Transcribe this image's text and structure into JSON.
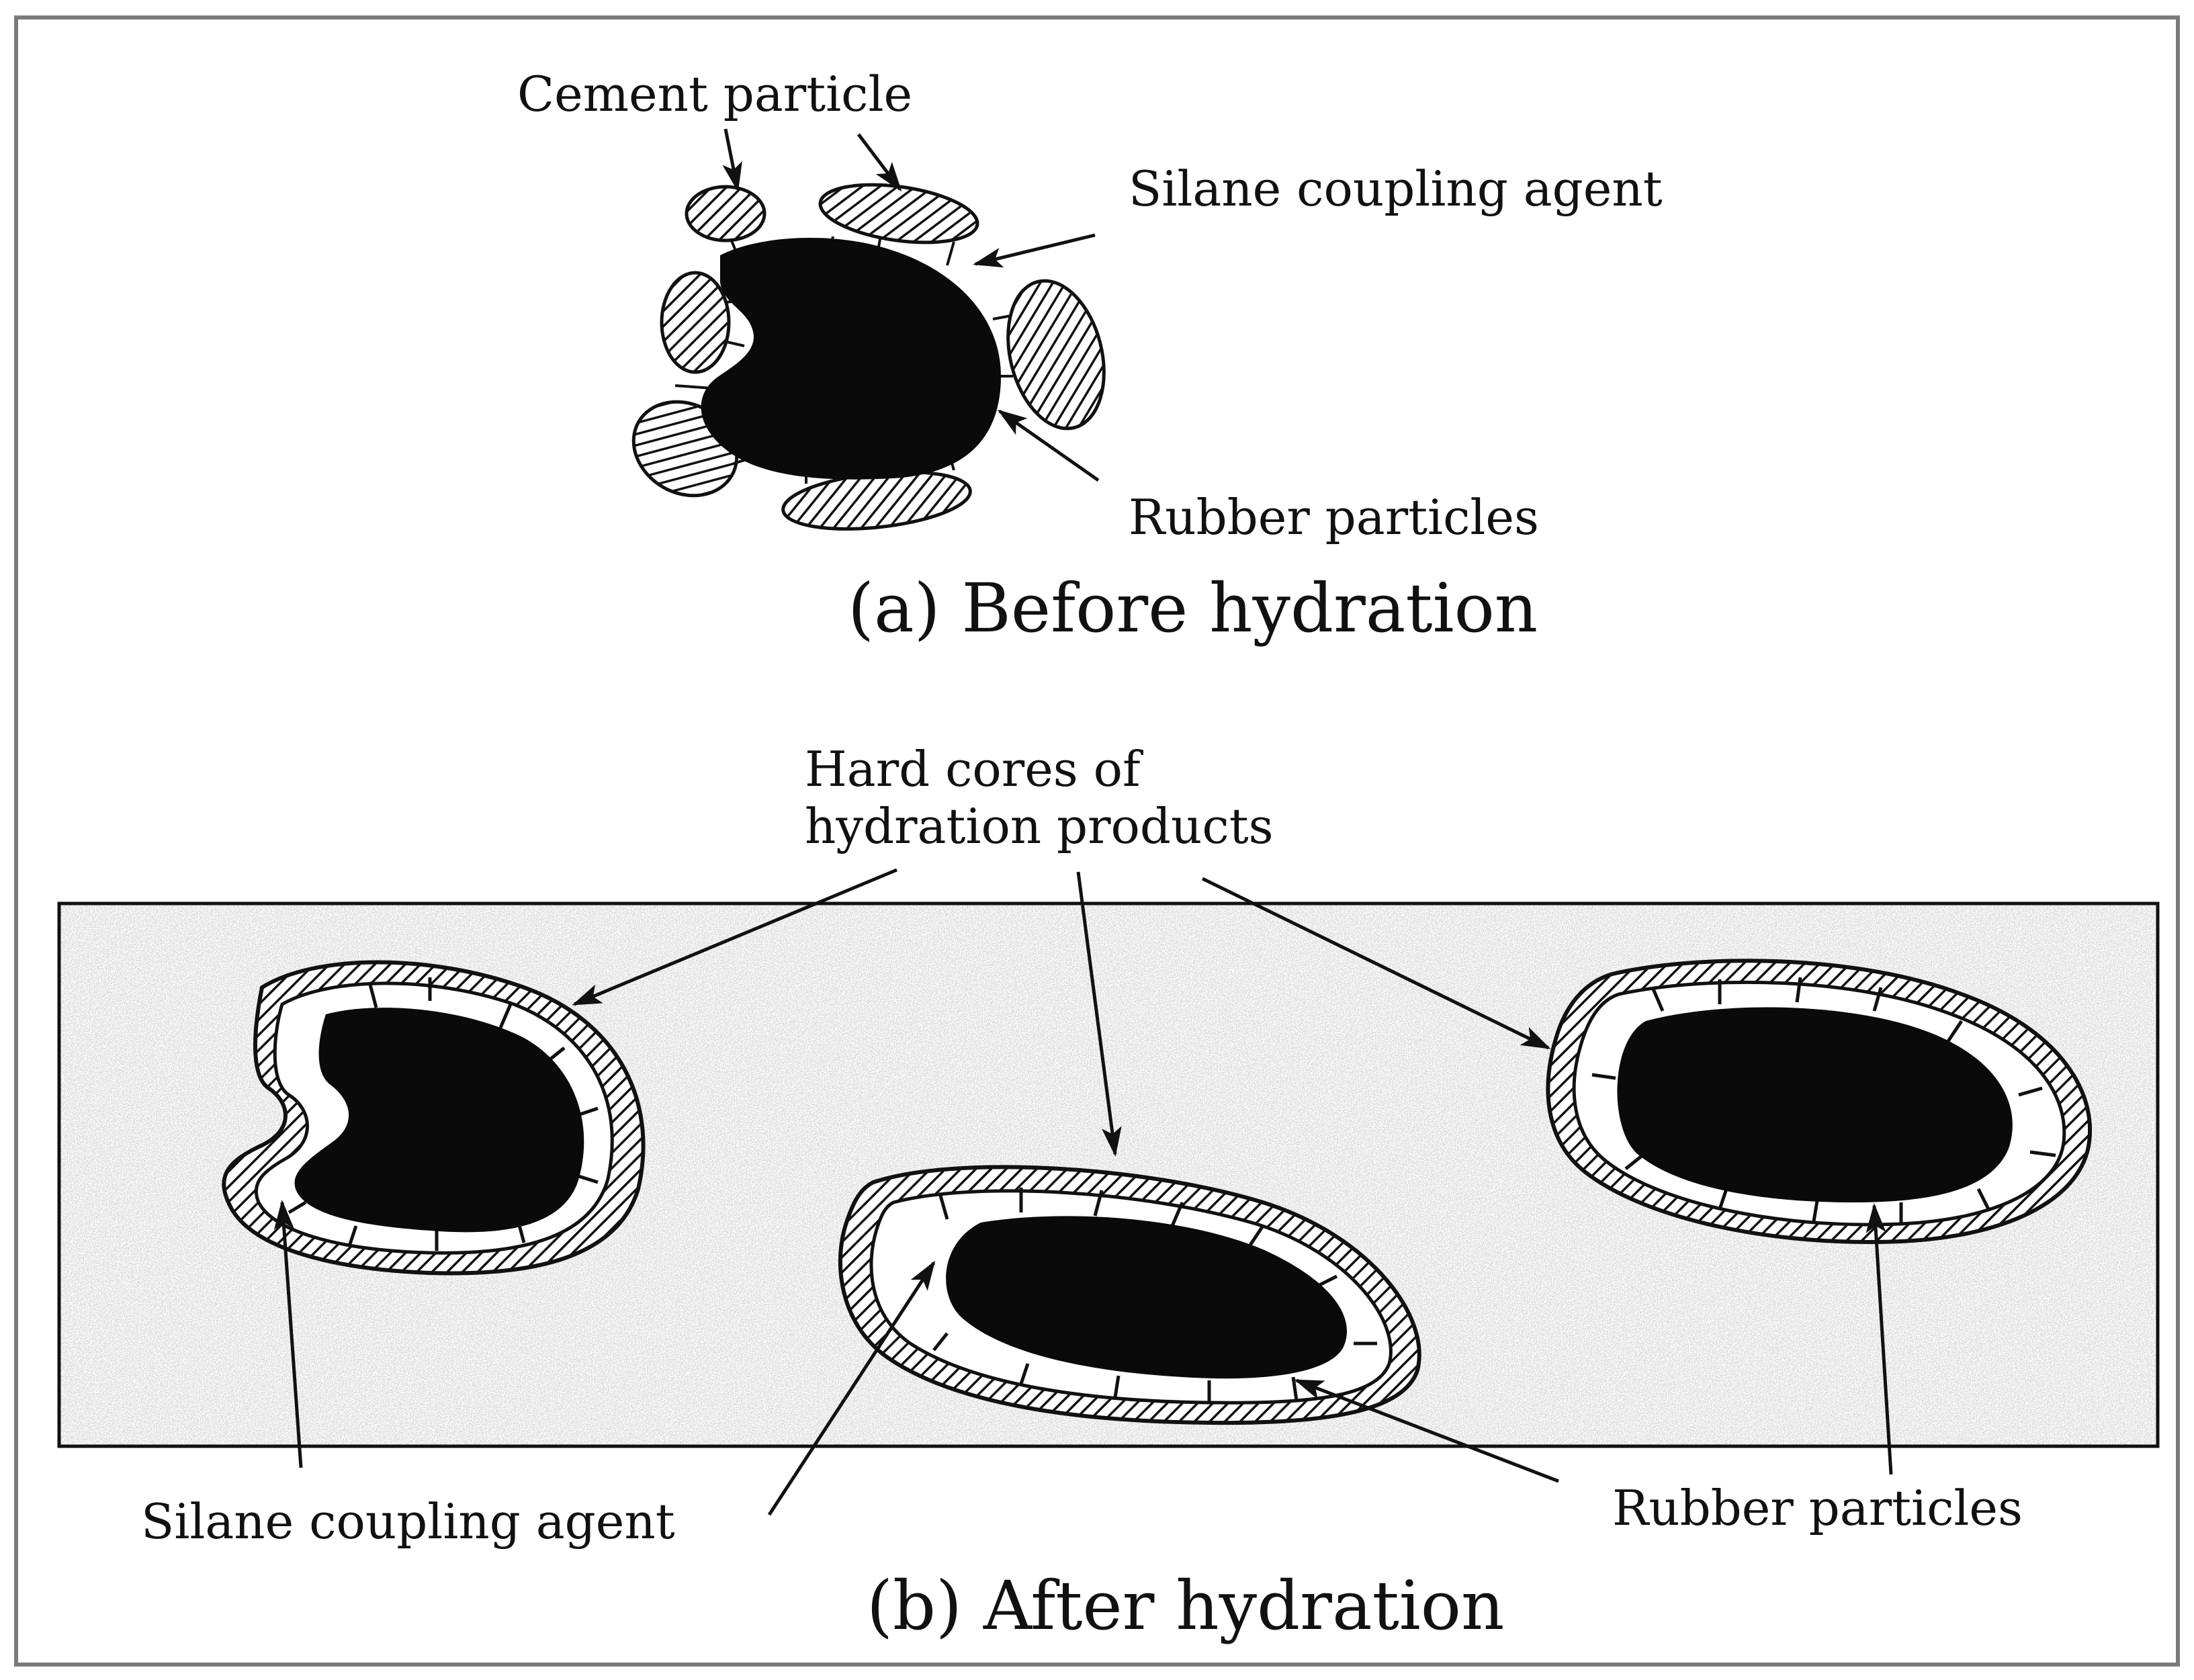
{
  "panel_a": {
    "caption": "(a) Before hydration",
    "labels": {
      "cement_particle": "Cement particle",
      "silane_coupling_agent": "Silane coupling agent",
      "rubber_particles": "Rubber particles"
    }
  },
  "panel_b": {
    "caption": "(b) After hydration",
    "labels": {
      "hard_cores_line1": "Hard cores of",
      "hard_cores_line2": "hydration products",
      "silane_coupling_agent": "Silane coupling agent",
      "rubber_particles": "Rubber particles"
    }
  },
  "colors": {
    "ink": "#111111",
    "matrix": "#bdbdbd",
    "frame": "#7a7a7a"
  }
}
